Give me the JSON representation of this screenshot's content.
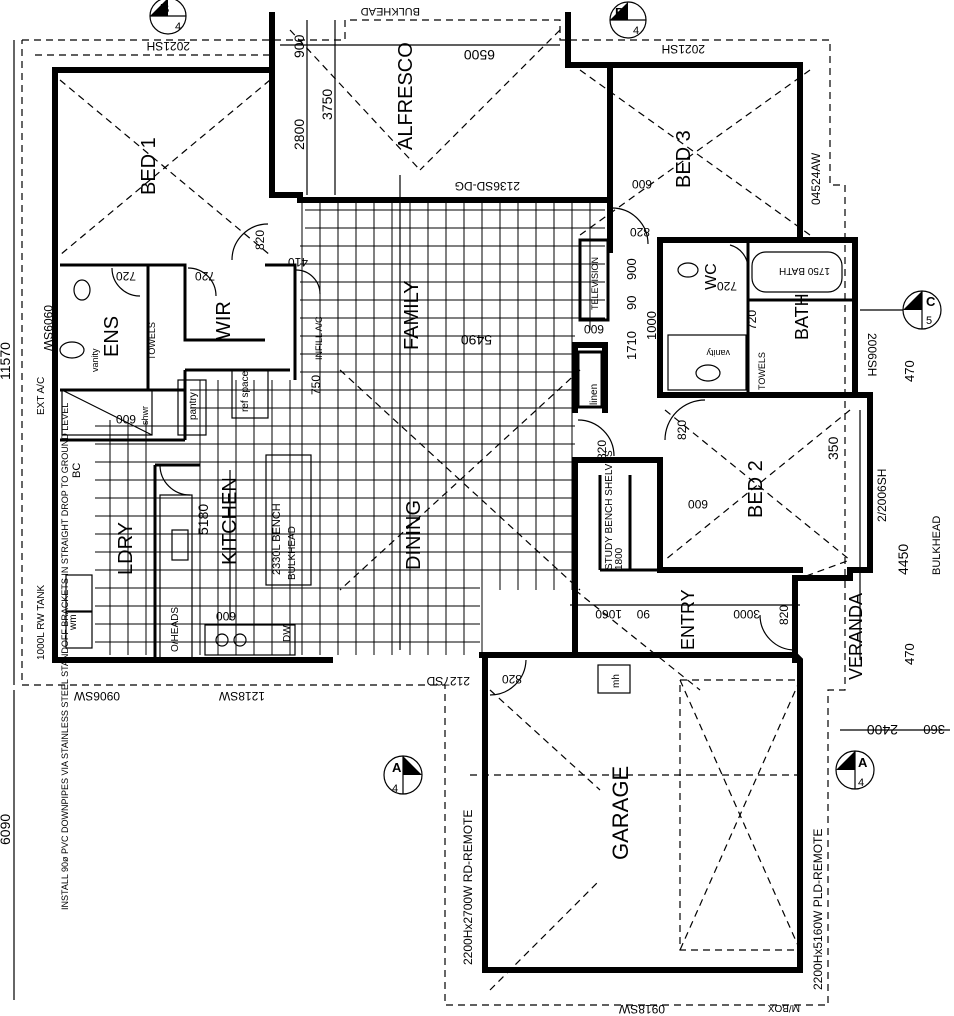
{
  "rooms": {
    "bed1": "BED 1",
    "alfresco": "ALFRESCO",
    "bed3": "BED 3",
    "family": "FAMILY",
    "ens": "ENS",
    "wir": "WIR",
    "kitchen": "KITCHEN",
    "ldry": "LDRY",
    "dining": "DINING",
    "bed2": "BED 2",
    "entry": "ENTRY",
    "garage": "GARAGE",
    "veranda": "VERANDA",
    "bath": "BATH",
    "wc": "WC"
  },
  "labels": {
    "bulkhead_top": "BULKHEAD",
    "bulkhead_right": "BULKHEAD",
    "w_bed1": "2021SH",
    "w_bed3": "2021SH",
    "w_bed3_side": "04524AW",
    "w_ens": "0909SW",
    "w_laundry": "0906SW",
    "w_kitchen": "1218SW",
    "w_garage": "0918SW",
    "w_bath": "2006SH",
    "w_bed2": "2/2006SH",
    "door_family": "2136SD-DG",
    "door_dining": "2127SD",
    "garage_door_left": "2200Hx2700W RD-REMOTE",
    "garage_door_right": "2200Hx5160W PLD-REMOTE",
    "bench": "2330L BENCH",
    "bulkhead_bench": "BULKHEAD",
    "study": "STUDY BENCH SHELVES",
    "linen": "linen",
    "television": "TELEVISION",
    "pantry": "pantry",
    "ref_space": "ref space",
    "rw_tank": "1000L RW TANK",
    "ext_ac": "EXT A/C",
    "ohead": "O/HEADS",
    "mh": "mh",
    "mbox": "M/BOX",
    "bath_tub": "1750 BATH",
    "towels": "TOWELS",
    "vanity": "vanity",
    "dw": "DW",
    "bc": "BC",
    "wm": "wm",
    "infill": "INFILL A/C",
    "shwr": "shwr",
    "note": "INSTALL 90ø PVC DOWNPIPES VIA STAINLESS STEEL STANDOFF BRACKETS IN STRAIGHT DROP TO GROUND LEVEL"
  },
  "dims": {
    "d11570": "11570",
    "d6090": "6090",
    "d6500": "6500",
    "d3750": "3750",
    "d2800": "2800",
    "d900": "900",
    "d5490": "5490",
    "d5180": "5180",
    "d4450": "4450",
    "d2400": "2400",
    "d350": "350",
    "d360": "360",
    "d470a": "470",
    "d470b": "470",
    "d1710": "1710",
    "d90": "90",
    "d900b": "900",
    "d1000": "1000",
    "d820a": "820",
    "d820b": "820",
    "d820c": "820",
    "d820d": "820",
    "d820e": "820",
    "d820f": "820",
    "d720a": "720",
    "d720b": "720",
    "d720c": "720",
    "d720d": "720",
    "d600a": "600",
    "d600b": "600",
    "d600c": "600",
    "d600d": "600",
    "d600e": "600",
    "d410": "410",
    "d750": "750",
    "d3000": "3000",
    "d1060": "1060",
    "d90b": "90",
    "d1800": "1800"
  },
  "sections": [
    {
      "letter": "B",
      "number": "4"
    },
    {
      "letter": "B",
      "number": "4"
    },
    {
      "letter": "C",
      "number": "5"
    },
    {
      "letter": "A",
      "number": "4"
    },
    {
      "letter": "A",
      "number": "4"
    }
  ]
}
